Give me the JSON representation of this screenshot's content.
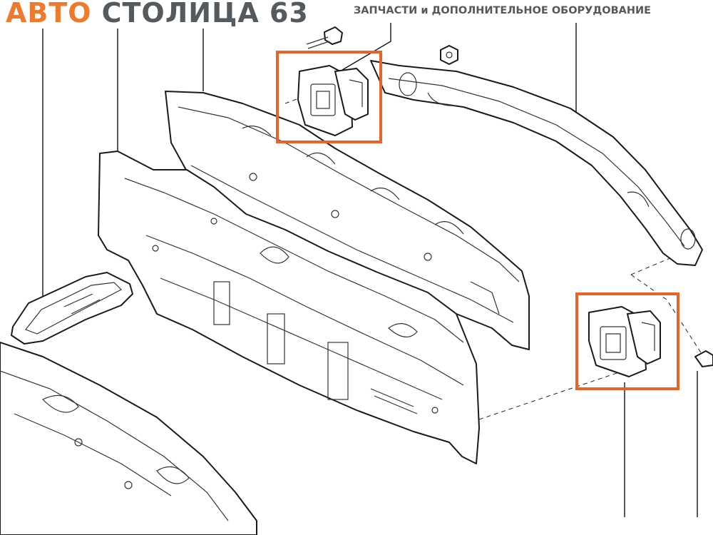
{
  "header": {
    "logo_part1": "АВТО",
    "logo_part2": "СТОЛИЦА 63",
    "tagline": "ЗАПЧАСТИ и ДОПОЛНИТЕЛЬНОЕ ОБОРУДОВАНИЕ"
  },
  "colors": {
    "brand_orange": "#ee7a2d",
    "brand_gray": "#555a5e",
    "highlight_box": "#e8622a",
    "line_art": "#1a1a1a"
  },
  "highlights": [
    {
      "name": "upper-clip-highlight"
    },
    {
      "name": "lower-clip-highlight"
    }
  ]
}
